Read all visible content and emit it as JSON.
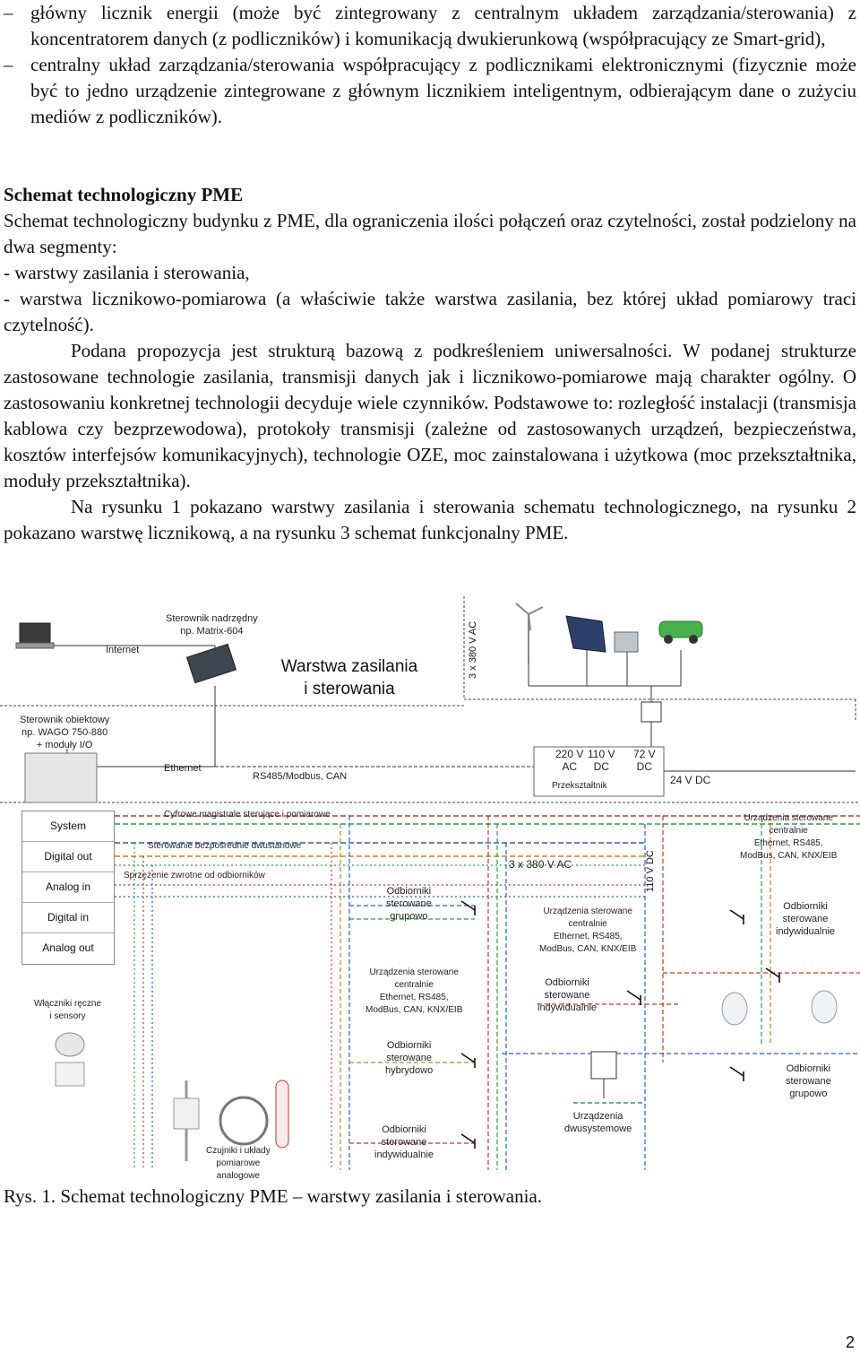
{
  "bullets": [
    "główny licznik energii (może być zintegrowany z centralnym układem zarządzania/sterowania) z koncentratorem danych (z podliczników) i komunikacją dwukierunkową (współpracujący ze Smart-grid),",
    "centralny układ zarządzania/sterowania współpracujący z podlicznikami elektronicznymi (fizycznie może być to jedno urządzenie zintegrowane z głównym licznikiem inteligentnym, odbierającym dane o zużyciu mediów z podliczników)."
  ],
  "bullet_dash": "–",
  "section": {
    "heading": "Schemat technologiczny PME",
    "p1": "Schemat technologiczny budynku z PME, dla ograniczenia ilości połączeń oraz czytelności, został podzielony na dwa segmenty:",
    "p2": "- warstwy zasilania i sterowania,",
    "p3": "- warstwa licznikowo-pomiarowa (a właściwie także warstwa zasilania, bez której układ pomiarowy traci czytelność).",
    "p4": "Podana propozycja jest strukturą bazową z podkreśleniem uniwersalności. W podanej strukturze zastosowane technologie zasilania, transmisji danych jak i licznikowo-pomiarowe mają charakter ogólny. O zastosowaniu konkretnej technologii decyduje wiele czynników. Podstawowe to: rozległość instalacji (transmisja kablowa czy bezprzewodowa), protokoły transmisji (zależne od zastosowanych urządzeń, bezpieczeństwa, kosztów interfejsów komunikacyjnych), technologie OZE, moc zainstalowana i użytkowa (moc przekształtnika, moduły przekształtnika).",
    "p5": "Na rysunku 1 pokazano warstwy zasilania i sterowania schematu technologicznego, na rysunku 2 pokazano warstwę licznikową, a na rysunku 3 schemat funkcjonalny PME."
  },
  "diagram": {
    "title_line1": "Warstwa zasilania",
    "title_line2": "i sterowania",
    "internet": "Internet",
    "master_l1": "Sterownik nadrzędny",
    "master_l2": "np. Matrix-604",
    "object_l1": "Sterownik obiektowy",
    "object_l2": "np. WAGO 750-880",
    "object_l3": "+ moduły I/O",
    "ethernet": "Ethernet",
    "rs485": "RS485/Modbus, CAN",
    "v380_top": "3 x 380 V AC",
    "v220_l1": "220 V",
    "v220_l2": "AC",
    "v110_l1": "110 V",
    "v110_l2": "DC",
    "v72_l1": "72 V",
    "v72_l2": "DC",
    "converter": "Przekształtnik",
    "v24": "24 V DC",
    "io_rows": [
      "System",
      "Digital out",
      "Analog in",
      "Digital in",
      "Analog out"
    ],
    "bus_digital": "Cyfrowe magistrale sterujące i pomiarowe",
    "bus_direct": "Sterowanie bezpośrednie dwustanowe",
    "bus_feedback": "Sprzężenie zwrotne od odbiorników",
    "v380_mid": "3 x 380 V AC",
    "v110_vert": "110 V DC",
    "dev_central_right_l1": "Urządzenia sterowane",
    "dev_central_right_l2": "centralnie",
    "dev_central_right_l3": "Ethernet, RS485,",
    "dev_central_right_l4": "ModBus, CAN, KNX/EIB",
    "dev_group_l1": "Odbiorniki",
    "dev_group_l2": "sterowane",
    "dev_group_l3": "grupowo",
    "dev_central_mid_l1": "Urządzenia sterowane",
    "dev_central_mid_l2": "centralnie",
    "dev_central_mid_l3": "Ethernet, RS485,",
    "dev_central_mid_l4": "ModBus, CAN, KNX/EIB",
    "dev_indiv_right_l1": "Odbiorniki",
    "dev_indiv_right_l2": "sterowane",
    "dev_indiv_right_l3": "indywidualnie",
    "switches_l1": "Włączniki ręczne",
    "switches_l2": "i sensory",
    "dev_central_low_l1": "Urządzenia sterowane",
    "dev_central_low_l2": "centralnie",
    "dev_central_low_l3": "Ethernet, RS485,",
    "dev_central_low_l4": "ModBus, CAN, KNX/EIB",
    "dev_indiv_mid_l1": "Odbiorniki",
    "dev_indiv_mid_l2": "sterowane",
    "dev_indiv_mid_l3": "indywidualnie",
    "dev_hybrid_l1": "Odbiorniki",
    "dev_hybrid_l2": "sterowane",
    "dev_hybrid_l3": "hybrydowo",
    "dev_group_right_l1": "Odbiorniki",
    "dev_group_right_l2": "sterowane",
    "dev_group_right_l3": "grupowo",
    "sensors_l1": "Czujniki i układy",
    "sensors_l2": "pomiarowe",
    "sensors_l3": "analogowe",
    "dev_indiv_low_l1": "Odbiorniki",
    "dev_indiv_low_l2": "sterowane",
    "dev_indiv_low_l3": "indywidualnie",
    "dual_l1": "Urządzenia",
    "dual_l2": "dwusystemowe"
  },
  "caption": "Rys. 1. Schemat technologiczny PME – warstwy zasilania i sterowania.",
  "page_number": "2",
  "colors": {
    "bus_red": "#c0392b",
    "bus_green": "#2e9e44",
    "bus_blue": "#2b5fb8",
    "bus_gold": "#b08a2a"
  }
}
